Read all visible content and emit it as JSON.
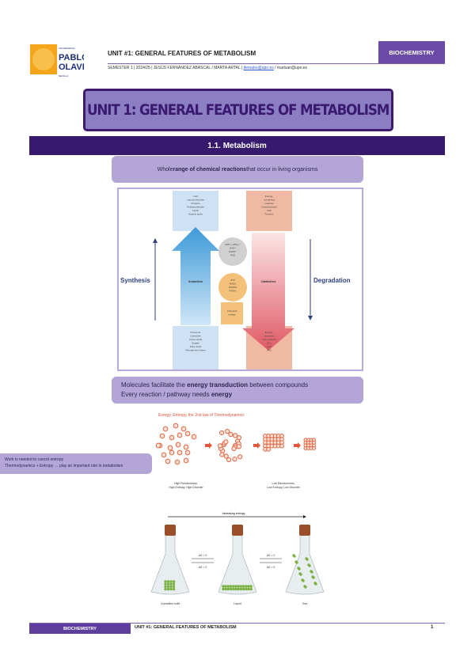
{
  "header": {
    "university_logo": "Universidad Pablo de Olavide Sevilla",
    "title": "UNIT #1: GENERAL FEATURES OF METABOLISM",
    "subtitle_prefix": "SEMESTER 1 | 2024/25 | JESÚS FERNÁNDEZ ABASCAL / MARTA ARTAL | ",
    "email1": "jfernabo@upo.es",
    "subtitle_suffix": " / martsan@upo.es",
    "badge": "BIOCHEMISTRY"
  },
  "banner": "UNIT 1: GENERAL FEATURES OF METABOLISM",
  "section": "1.1. Metabolism",
  "definition": {
    "a": "Whole ",
    "b": "range of chemical reactions",
    "c": " that occur in living organisms"
  },
  "diagram": {
    "synthesis": "Synthesis",
    "degradation": "Degradation",
    "anabolism": "Anabolism",
    "catabolism": "Catabolism",
    "cell_macro": [
      "Cell",
      "macromolecules",
      "Proteins",
      "Polysaccharides",
      "Lipids",
      "Nucleic acids"
    ],
    "nutrients": [
      "Energy-",
      "containing",
      "nutrients",
      "Carbohydrates",
      "Fats",
      "Proteins"
    ],
    "precursors": [
      "Precursor",
      "molecules",
      "Amino acids",
      "Sugars",
      "Fatty acids",
      "Nitrogenous bases"
    ],
    "endproducts": [
      "Energy-",
      "depleted",
      "end products",
      "CO₂",
      "H₂O",
      "NH₃"
    ],
    "low_energy": [
      "ADP + HPO₄²⁻",
      "NAD⁺",
      "NADP⁺",
      "FAD"
    ],
    "high_energy": [
      "ATP",
      "NADH",
      "NADPH",
      "FADH₂"
    ],
    "chemical_energy": [
      "Chemical",
      "energy"
    ],
    "colors": {
      "anabolism": "#3d9ad8",
      "catabolism": "#e05a66",
      "box_blue": "#cfe2f5",
      "box_salmon": "#f0b9a3",
      "arrow": "#2d3f80"
    }
  },
  "molecules": {
    "l1a": "Molecules facilitate the ",
    "l1b": "energy transduction",
    "l1c": " between compounds",
    "l2a": "Every reaction / pathway needs ",
    "l2b": "energy"
  },
  "entropy_fig": {
    "title": "Energy, Entropy, the 2nd law of Thermodynamics",
    "left_label": [
      "High Randomness,",
      "High Entropy, High Disorder"
    ],
    "right_label": [
      "Low Randomness,",
      "Low Entropy, Low Disorder"
    ]
  },
  "side_note": {
    "l1": "Work is needed to cancel entropy",
    "l2": "Thermodynamics + Entropy → play an important role in metabolism"
  },
  "flask_fig": {
    "top": "Increasing entropy",
    "fwd": "ΔS > 0",
    "rev": "ΔS < 0",
    "labels": [
      "Crystalline solid",
      "Liquid",
      "Gas"
    ]
  },
  "footer": {
    "badge": "BIOCHEMISTRY",
    "title": "UNIT #1: GENERAL FEATURES OF METABOLISM",
    "page": "1"
  }
}
